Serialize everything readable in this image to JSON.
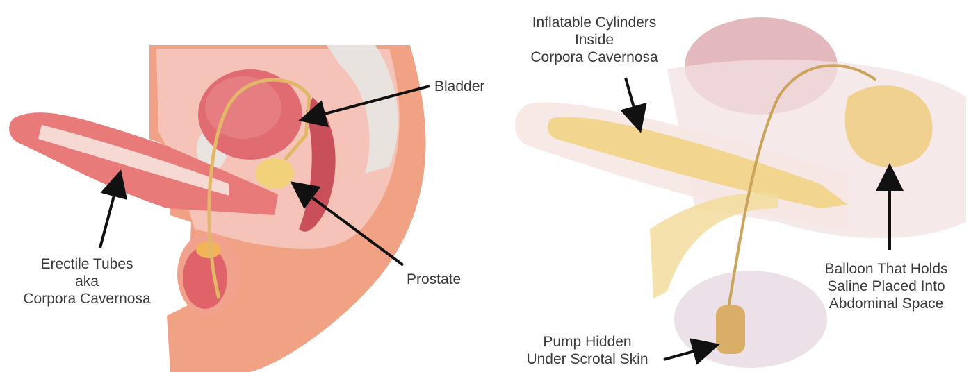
{
  "left_panel": {
    "labels": {
      "bladder": "Bladder",
      "prostate": "Prostate",
      "erectile_tubes": [
        "Erectile Tubes",
        "aka",
        "Corpora Cavernosa"
      ]
    }
  },
  "right_panel": {
    "labels": {
      "cylinders": [
        "Inflatable Cylinders",
        "Inside",
        "Corpora Cavernosa"
      ],
      "balloon": [
        "Balloon That Holds",
        "Saline Placed Into",
        "Abdominal Space"
      ],
      "pump": [
        "Pump Hidden",
        "Under Scrotal Skin"
      ]
    }
  },
  "colors": {
    "skin": "#f2a98a",
    "tissue": "#f7c6bc",
    "muscle": "#e8707a",
    "bladder": "#e06c72",
    "bone": "#e9e4df",
    "implant": "#f1d48a",
    "implant_dark": "#c9a45a",
    "arrow": "#111111"
  }
}
